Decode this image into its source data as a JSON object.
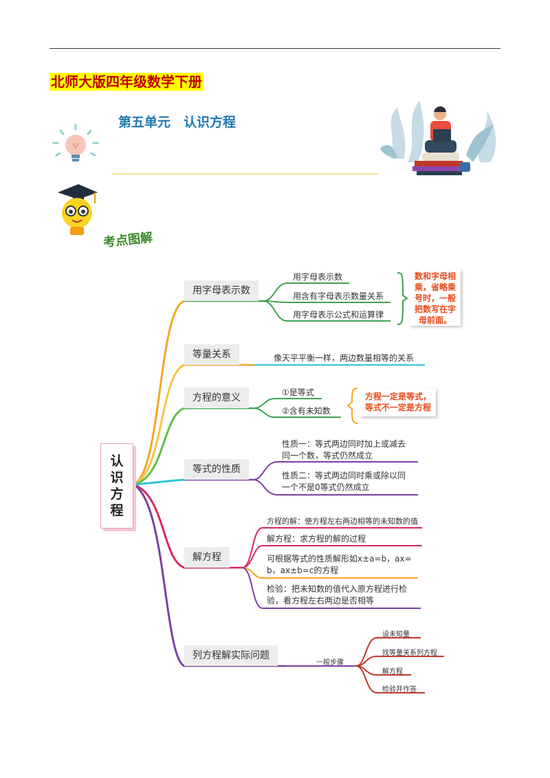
{
  "header": {
    "book_title": "北师大版四年级数学下册",
    "unit_title": "第五单元　认识方程",
    "section_label": "考点图解"
  },
  "mindmap": {
    "central_chars": [
      "认",
      "识",
      "方",
      "程"
    ],
    "branches": {
      "letters": {
        "label": "用字母表示数",
        "children": [
          "用字母表示数",
          "用含有字母表示数量关系",
          "用字母表示公式和运算律"
        ],
        "note": [
          "数和字母相",
          "乘，省略乘",
          "号时，一般",
          "把数写在字",
          "母前面。"
        ]
      },
      "equality": {
        "label": "等量关系",
        "children": [
          "像天平平衡一样，两边数量相等的关系"
        ]
      },
      "meaning": {
        "label": "方程的意义",
        "children": [
          "①是等式",
          "②含有未知数"
        ],
        "note": [
          "方程一定是等式，",
          "等式不一定是方程"
        ]
      },
      "properties": {
        "label": "等式的性质",
        "children": [
          [
            "性质一：等式两边同时加上或减去",
            "同一个数，等式仍然成立"
          ],
          [
            "性质二：等式两边同时乘或除以同",
            "一个不是0等式仍然成立"
          ]
        ]
      },
      "solving": {
        "label": "解方程",
        "children": [
          [
            "方程的解：使方程左右两边相等的未知数的值"
          ],
          [
            "解方程：求方程的解的过程"
          ],
          [
            "可根据等式的性质解形如x±a=b，ax=",
            "b，ax±b=c的方程"
          ],
          [
            "检验：把未知数的值代入原方程进行检",
            "验，看方程左右两边是否相等"
          ]
        ]
      },
      "word_problems": {
        "label": "列方程解实际问题",
        "sub_label": "一般步骤",
        "children": [
          "设未知量",
          "找等量关系列方程",
          "解方程",
          "检验并作答"
        ]
      }
    }
  },
  "colors": {
    "title_highlight": "#ffff00",
    "title_text": "#c00000",
    "unit_text": "#1f77b4",
    "orange": "#f5a623",
    "green": "#3fa34d",
    "cyan": "#2ec4d6",
    "purple": "#7b3fa0",
    "red": "#d6285a",
    "dark_purple": "#6a2c8e"
  }
}
